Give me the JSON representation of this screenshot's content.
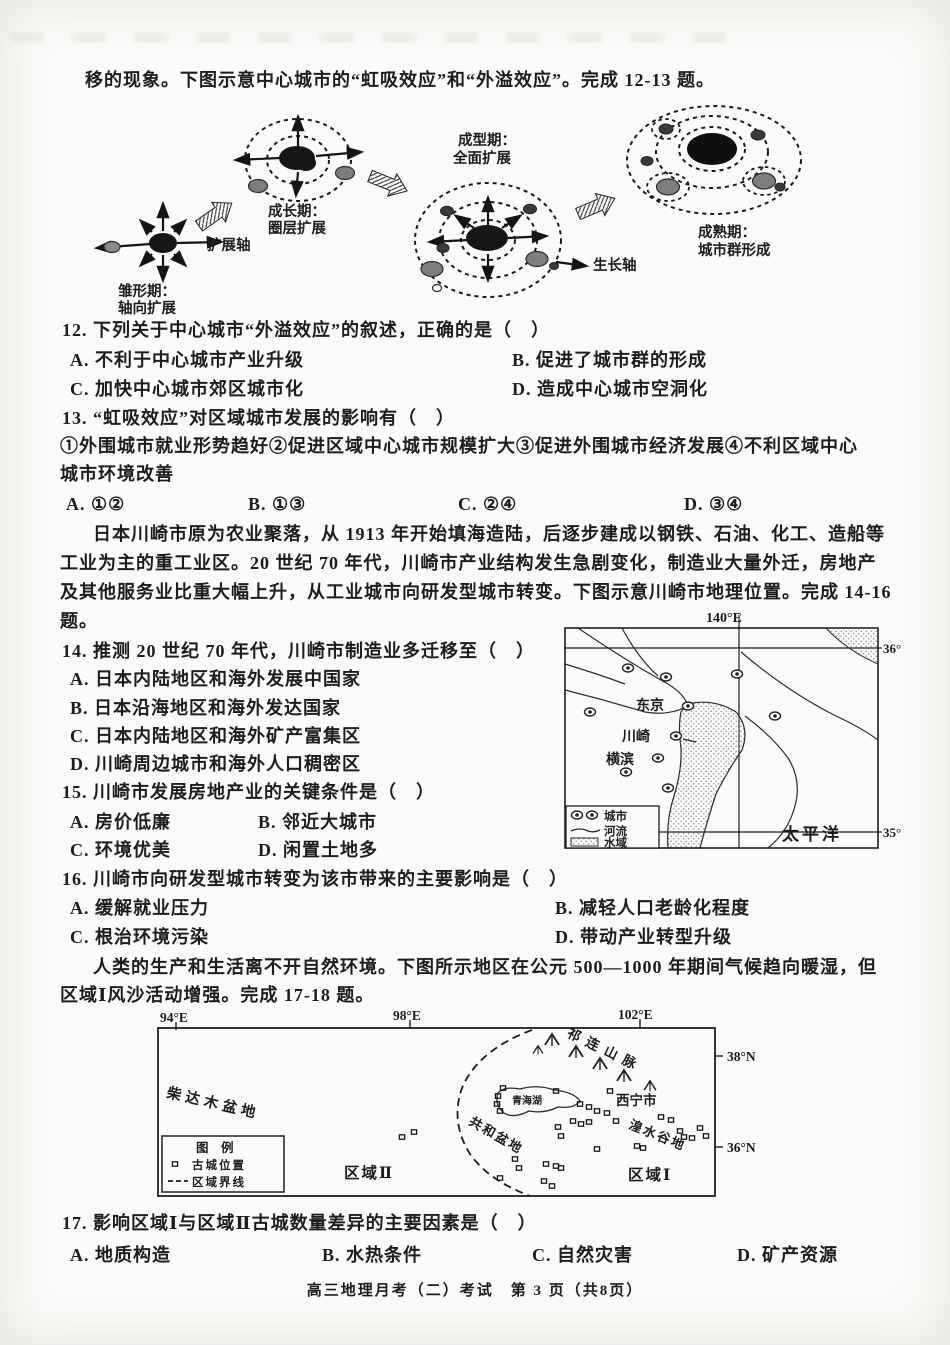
{
  "page": {
    "intro": "移的现象。下图示意中心城市的“虹吸效应”和“外溢效应”。完成 12-13 题。",
    "footer": "高三地理月考（二）考试　第 3 页（共8页）"
  },
  "diagram": {
    "stage1_title": "雏形期：",
    "stage1_sub": "轴向扩展",
    "axis1": "扩展轴",
    "stage2_title": "成长期：",
    "stage2_sub": "圈层扩展",
    "stage3_title": "成型期：",
    "stage3_sub": "全面扩展",
    "axis2": "生长轴",
    "stage4_title": "成熟期：",
    "stage4_sub": "城市群形成"
  },
  "q12": {
    "stem": "12. 下列关于中心城市“外溢效应”的叙述，正确的是（　）",
    "a": "A. 不利于中心城市产业升级",
    "b": "B. 促进了城市群的形成",
    "c": "C. 加快中心城市郊区城市化",
    "d": "D. 造成中心城市空洞化"
  },
  "q13": {
    "stem": "13. “虹吸效应”对区域城市发展的影响有（　）",
    "line1": "①外围城市就业形势趋好②促进区域中心城市规模扩大③促进外围城市经济发展④不利区域中心",
    "line2": "城市环境改善",
    "a": "A. ①②",
    "b": "B. ①③",
    "c": "C. ②④",
    "d": "D. ③④"
  },
  "passage1": {
    "l1": "日本川崎市原为农业聚落，从 1913 年开始填海造陆，后逐步建成以钢铁、石油、化工、造船等",
    "l2": "工业为主的重工业区。20 世纪 70 年代，川崎市产业结构发生急剧变化，制造业大量外迁，房地产",
    "l3": "及其他服务业比重大幅上升，从工业城市向研发型城市转变。下图示意川崎市地理位置。完成 14-16",
    "l4": "题。"
  },
  "q14": {
    "stem": "14. 推测 20 世纪 70 年代，川崎市制造业多迁移至（　）",
    "a": "A. 日本内陆地区和海外发展中国家",
    "b": "B. 日本沿海地区和海外发达国家",
    "c": "C. 日本内陆地区和海外矿产富集区",
    "d": "D. 川崎周边城市和海外人口稠密区"
  },
  "q15": {
    "stem": "15. 川崎市发展房地产业的关键条件是（　）",
    "a": "A. 房价低廉",
    "b": "B. 邻近大城市",
    "c": "C. 环境优美",
    "d": "D. 闲置土地多"
  },
  "japan_map": {
    "meridian": "140°E",
    "lat36": "36°",
    "lat35": "35°",
    "tokyo": "东京",
    "kawasaki": "川崎",
    "yokohama": "横滨",
    "ocean": "太平洋",
    "legend_city": "城市",
    "legend_river": "河流",
    "legend_water": "水域"
  },
  "q16": {
    "stem": "16. 川崎市向研发型城市转变为该市带来的主要影响是（　）",
    "a": "A. 缓解就业压力",
    "b": "B. 减轻人口老龄化程度",
    "c": "C. 根治环境污染",
    "d": "D. 带动产业转型升级"
  },
  "passage2": {
    "l1": "人类的生产和生活离不开自然环境。下图所示地区在公元 500—1000 年期间气候趋向暖湿，但",
    "l2": "区域Ⅰ风沙活动增强。完成 17-18 题。"
  },
  "region_map": {
    "lon94": "94°E",
    "lon98": "98°E",
    "lon102": "102°E",
    "lat38": "38°N",
    "lat36": "36°N",
    "qaidam": "柴达木盆地",
    "qilian": "祁连山脉",
    "lake": "青海湖",
    "xining": "西宁市",
    "gonghe": "共和盆地",
    "huangshui": "湟水谷地",
    "region2": "区域Ⅱ",
    "region1": "区域Ⅰ",
    "legend_title": "图　例",
    "legend_city": "古城位置",
    "legend_boundary": "区域界线"
  },
  "q17": {
    "stem": "17. 影响区域Ⅰ与区域Ⅱ古城数量差异的主要因素是（　）",
    "a": "A. 地质构造",
    "b": "B. 水热条件",
    "c": "C. 自然灾害",
    "d": "D. 矿产资源"
  }
}
